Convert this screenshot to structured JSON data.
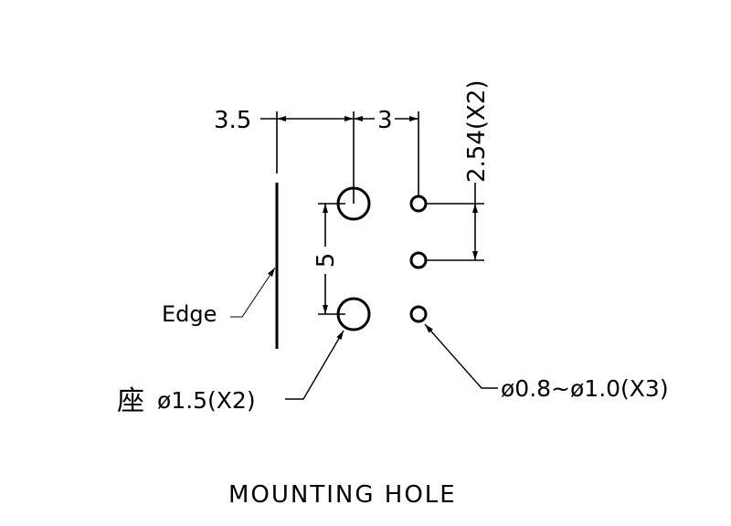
{
  "drawing": {
    "title": "MOUNTING HOLE",
    "dim_edge_to_hole": "3.5",
    "dim_hole_spacing_x": "3",
    "dim_small_pitch": "2.54(X2)",
    "dim_large_spacing": "5",
    "edge_label": "Edge",
    "large_hole_prefix": "座",
    "large_hole_label": "ø1.5(X2)",
    "small_hole_label": "ø0.8~ø1.0(X3)",
    "line_color": "#000000"
  }
}
